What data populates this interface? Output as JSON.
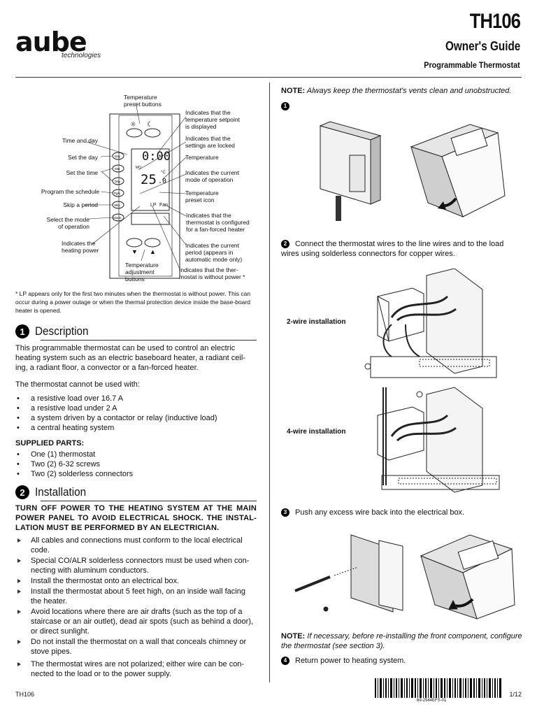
{
  "header": {
    "logo_text": "aube",
    "logo_sub": "technologies",
    "model": "TH106",
    "guide_title": "Owner's Guide",
    "subtitle": "Programmable Thermostat"
  },
  "diagram": {
    "display_time": "0:00",
    "display_temp": "25",
    "display_temp_decimal": ".0",
    "display_unit": "°C",
    "display_mo": "MO",
    "display_lp": "LP",
    "display_fan": "Fan",
    "labels_left": [
      "Time and day",
      "Set the day",
      "Set the time",
      "Program the schedule",
      "Skip a period",
      "Select the mode\nof operation",
      "Indicates the\nheating power"
    ],
    "labels_top": "Temperature\npreset buttons",
    "labels_bottom": "Temperature\nadjustment\nbuttons",
    "labels_right": [
      "Indicates that the\ntemperature setpoint\nis displayed",
      "Indicates that the\nsettings are locked",
      "Temperature",
      "Indicates the current\nmode of operation",
      "Temperature\npreset icon",
      "Indicates that the\nthermostat is configured\nfor a fan-forced heater",
      "Indicates the current\nperiod (appears in\nautomatic mode only)",
      "Indicates that the ther-\nmostat is without power *"
    ],
    "buttons": [
      "Day",
      "Min",
      "Day",
      "Pgm",
      "Skip",
      "Mode"
    ]
  },
  "footnote": "* LP appears only for the first two minutes when the thermostat is without power. This can occur during a power outage or when the thermal protection device inside the base-board heater is opened.",
  "section1": {
    "number": "1",
    "title": "Description",
    "para1": "This programmable thermostat can be used to control an electric heating system such as an electric baseboard heater, a radiant ceil-ing, a radiant floor, a convector or a fan-forced heater.",
    "para2": "The thermostat cannot be used with:",
    "not_used": [
      "a resistive load over 16.7 A",
      "a resistive load under 2 A",
      "a system driven by a contactor or relay (inductive load)",
      "a central heating system"
    ],
    "supplied_title": "SUPPLIED PARTS:",
    "supplied": [
      "One (1) thermostat",
      "Two (2) 6-32 screws",
      "Two (2) solderless connectors"
    ]
  },
  "section2": {
    "number": "2",
    "title": "Installation",
    "warning": "TURN OFF POWER TO THE HEATING SYSTEM AT THE MAIN POWER PANEL TO AVOID ELECTRICAL SHOCK. THE INSTAL-LATION MUST BE PERFORMED BY AN ELECTRICIAN.",
    "items": [
      "All cables and connections must conform to the local electrical code.",
      "Special CO/ALR solderless connectors must be used when con-necting with aluminum conductors.",
      "Install the thermostat onto an electrical box.",
      "Install the thermostat about 5 feet high, on an inside wall facing the heater.",
      "Avoid locations where there are air drafts (such as the top of a staircase or an air outlet), dead air spots (such as behind a door), or direct sunlight.",
      "Do not install the thermostat on a wall that conceals chimney or stove pipes.",
      "The thermostat wires are not polarized; either wire can be con-nected to the load or to the power supply."
    ]
  },
  "right": {
    "note1_label": "NOTE:",
    "note1": "Always keep the thermostat's vents clean and unobstructed.",
    "step1_num": "1",
    "step2_num": "2",
    "step2": "Connect the thermostat wires to the line wires and to the load wires using solderless connectors for copper wires.",
    "wire2": "2-wire installation",
    "wire4": "4-wire installation",
    "step3_num": "3",
    "step3": "Push any excess wire back into the electrical box.",
    "note2_label": "NOTE:",
    "note2": "If necessary, before re-installing the front component, configure the thermostat (see section 3).",
    "step4_num": "4",
    "step4": "Return power to heating system."
  },
  "footer": {
    "left": "TH106",
    "barcode_text": "69-2544EFS-01",
    "page": "1/12"
  }
}
